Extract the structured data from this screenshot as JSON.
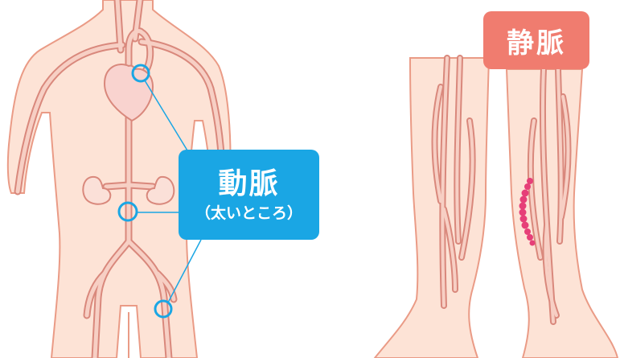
{
  "artery_label": {
    "title": "動脈",
    "subtitle": "（太いところ）"
  },
  "vein_label": {
    "title": "静脈"
  },
  "colors": {
    "skin": "#fde3d6",
    "skin_outline": "#ea9b86",
    "vessel_fill": "#f7cfc4",
    "vessel_line": "#d9887c",
    "heart": "#f9d3cf",
    "artery_accent": "#1aa6e4",
    "vein_accent": "#f07c6f",
    "varicose": "#e63f78"
  },
  "icons": [
    "heart-icon",
    "kidney-icon",
    "marker-circle-icon",
    "varicose-vein-icon"
  ]
}
